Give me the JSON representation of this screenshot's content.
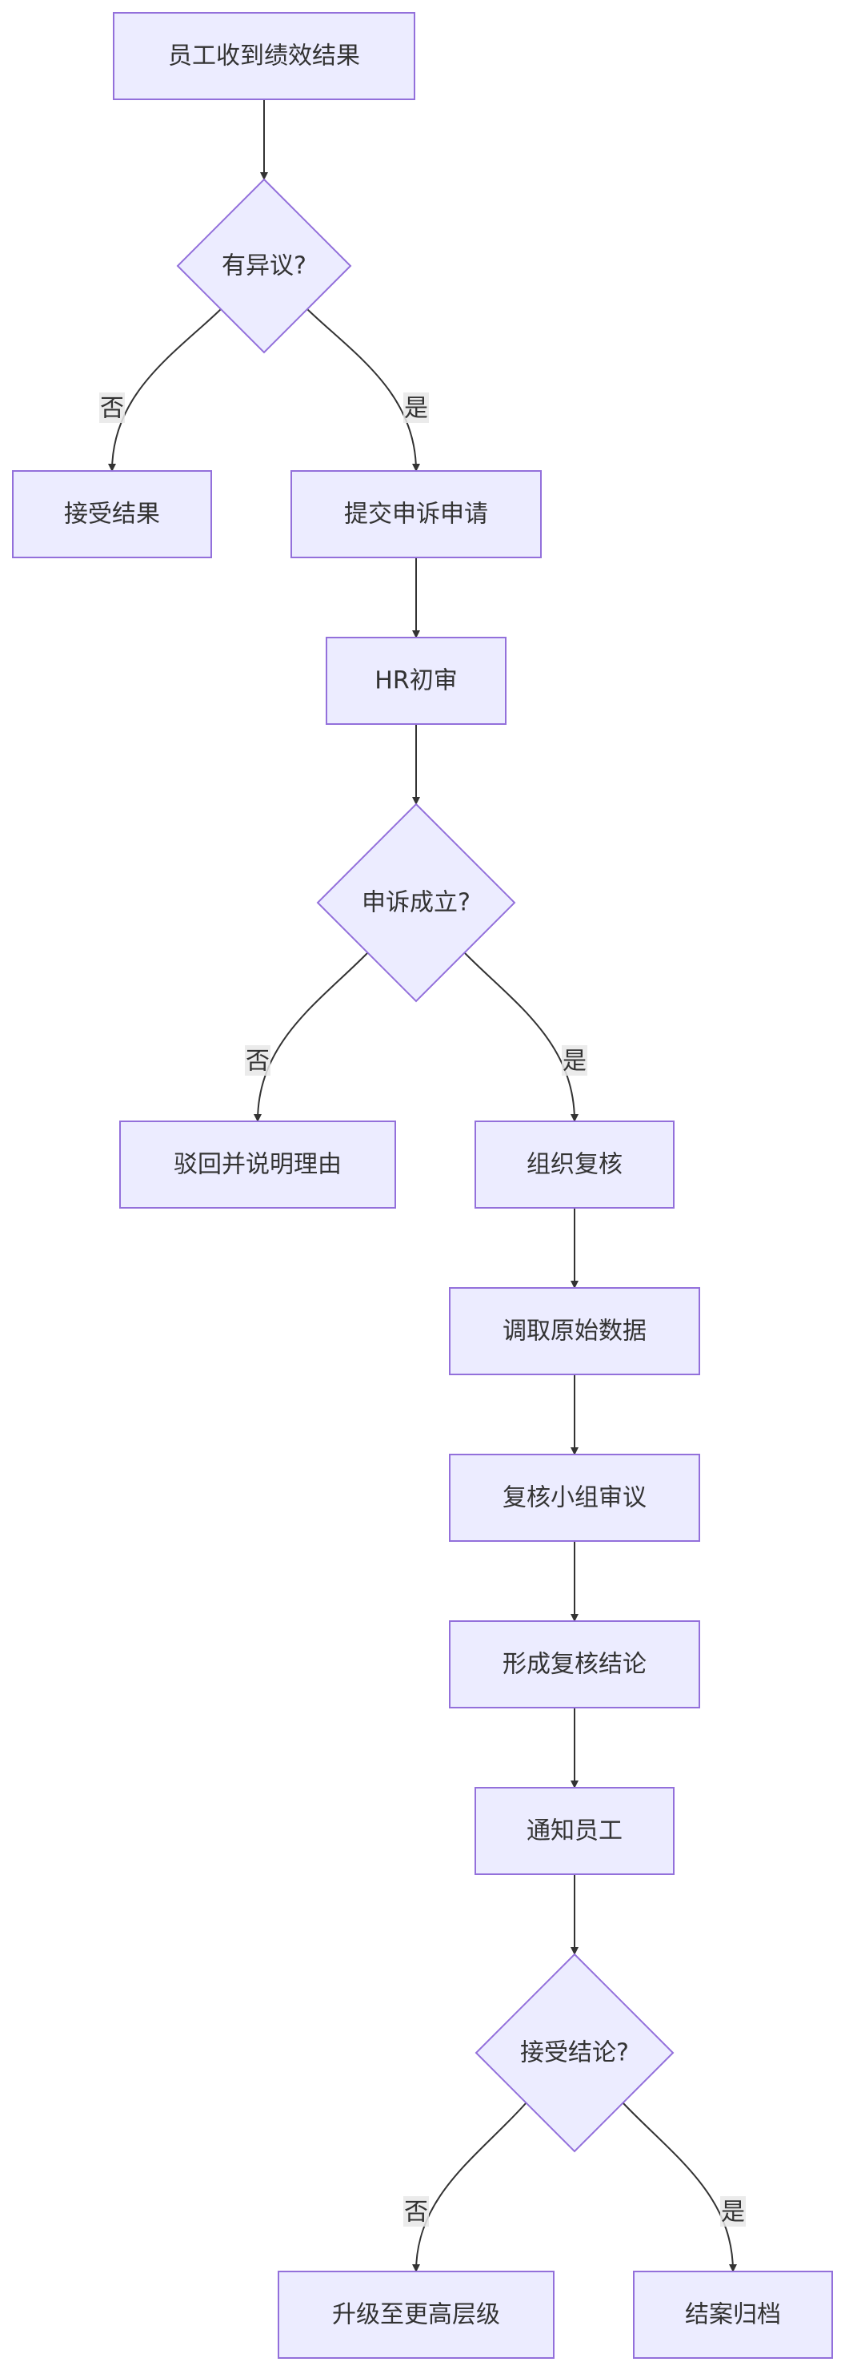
{
  "nodes": {
    "receive": "员工收到绩效结果",
    "objection": "有异议?",
    "accept_result": "接受结果",
    "submit_appeal": "提交申诉申请",
    "hr_review": "HR初审",
    "appeal_valid": "申诉成立?",
    "reject": "驳回并说明理由",
    "organize_review": "组织复核",
    "fetch_data": "调取原始数据",
    "panel_review": "复核小组审议",
    "conclusion": "形成复核结论",
    "notify": "通知员工",
    "accept_conclusion": "接受结论?",
    "escalate": "升级至更高层级",
    "close_case": "结案归档"
  },
  "edge_labels": {
    "no1": "否",
    "yes1": "是",
    "no2": "否",
    "yes2": "是",
    "no3": "否",
    "yes3": "是"
  },
  "colors": {
    "node_fill": "#ECECFF",
    "node_stroke": "#9370DB",
    "edge": "#333333",
    "text": "#333333"
  }
}
